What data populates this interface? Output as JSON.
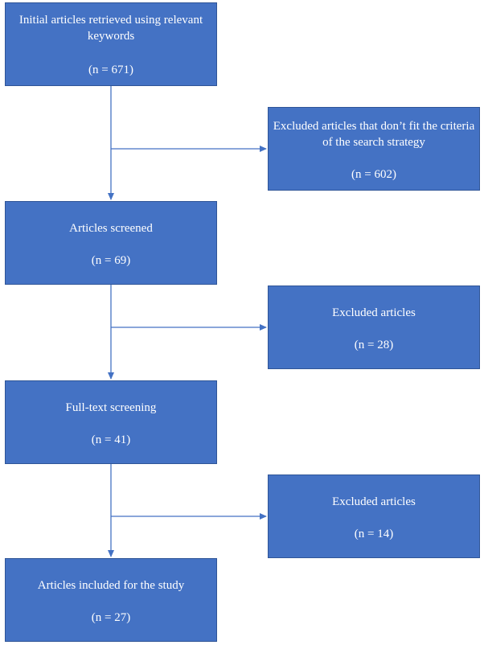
{
  "flow": {
    "initial": {
      "title": "Initial articles retrieved using relevant keywords",
      "count": "(n = 671)"
    },
    "excluded_1": {
      "title": "Excluded articles that don’t fit the criteria of the search strategy",
      "count": "(n = 602)"
    },
    "screened": {
      "title": "Articles screened",
      "count": "(n = 69)"
    },
    "excluded_2": {
      "title": "Excluded articles",
      "count": "(n = 28)"
    },
    "fulltext": {
      "title": "Full-text screening",
      "count": "(n = 41)"
    },
    "excluded_3": {
      "title": "Excluded articles",
      "count": "(n = 14)"
    },
    "included": {
      "title": "Articles included for the study",
      "count": "(n = 27)"
    }
  },
  "colors": {
    "box_fill": "#4472c4",
    "box_border": "#2f5597",
    "connector": "#4472c4",
    "text": "#ffffff"
  }
}
